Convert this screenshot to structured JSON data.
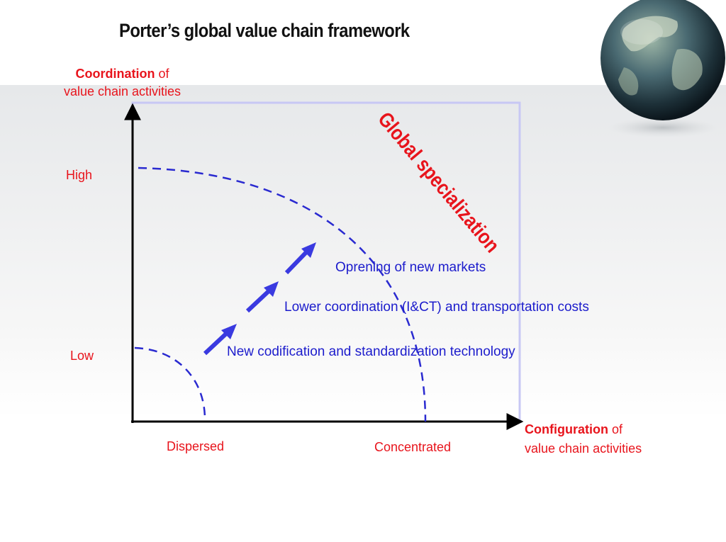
{
  "title": "Porter’s global value chain framework",
  "y_axis": {
    "emphasis": "Coordination",
    "rest_line1": " of",
    "line2": "value chain activities"
  },
  "x_axis": {
    "emphasis": "Configuration",
    "rest_line1": " of",
    "line2": "value chain activities"
  },
  "y_ticks": {
    "high": "High",
    "low": "Low"
  },
  "x_ticks": {
    "dispersed": "Dispersed",
    "concentrated": "Concentrated"
  },
  "diagonal_label": "Global specialization",
  "drivers": {
    "opening": "Oprening of new markets",
    "coordination": "Lower coordination (I&CT) and transportation costs",
    "codification": "New codification and standardization technology"
  },
  "colors": {
    "red": "#e8141c",
    "blue": "#1c1ccc",
    "arrow_blue": "#3a3ae0",
    "frame": "#c8c8f4"
  },
  "icons": {
    "globe": "globe-icon"
  }
}
